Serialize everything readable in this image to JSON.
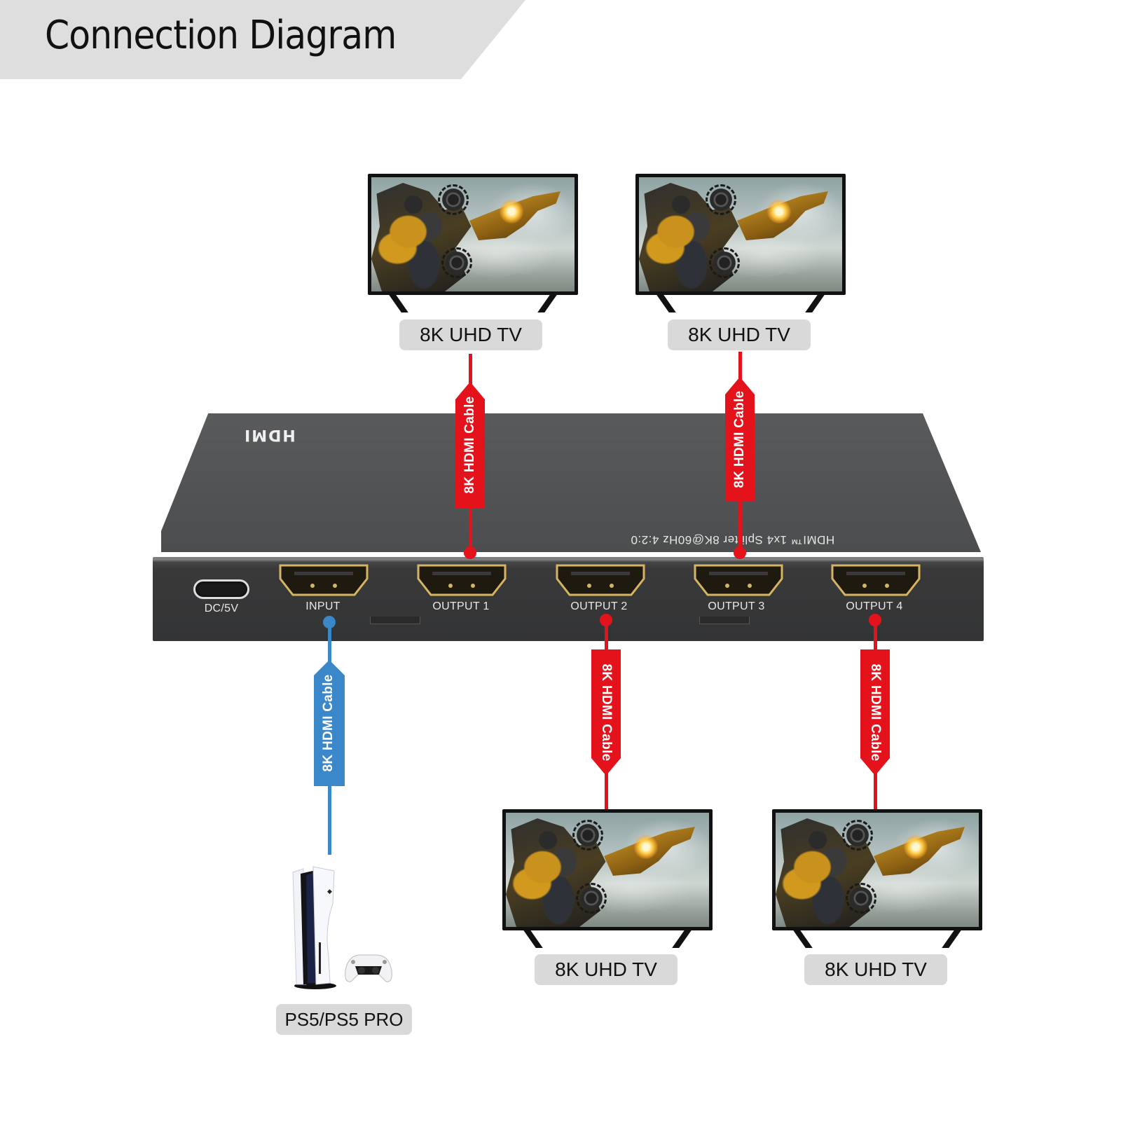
{
  "title": "Connection Diagram",
  "colors": {
    "output_cable": "#e3121b",
    "input_cable": "#3a87c9",
    "device_body": "#505152",
    "label_bg": "#d9d9d9",
    "banner_bg": "#dedede",
    "port_gold": "#d6b461"
  },
  "device": {
    "logo": "HDMI",
    "model_text": "HDMI™ 1x4 Splitter 8K@60Hz 4:2:0",
    "ports": [
      {
        "id": "dc",
        "label": "DC/5V",
        "icon": "usb-c-port-icon"
      },
      {
        "id": "input",
        "label": "INPUT",
        "icon": "hdmi-port-icon"
      },
      {
        "id": "output1",
        "label": "OUTPUT 1",
        "icon": "hdmi-port-icon"
      },
      {
        "id": "output2",
        "label": "OUTPUT 2",
        "icon": "hdmi-port-icon"
      },
      {
        "id": "output3",
        "label": "OUTPUT 3",
        "icon": "hdmi-port-icon"
      },
      {
        "id": "output4",
        "label": "OUTPUT 4",
        "icon": "hdmi-port-icon"
      }
    ]
  },
  "cables": [
    {
      "from": "output1",
      "to": "tv1",
      "label": "8K HDMI Cable",
      "color": "output"
    },
    {
      "from": "output2",
      "to": "tv3",
      "label": "8K HDMI Cable",
      "color": "output"
    },
    {
      "from": "output3",
      "to": "tv2",
      "label": "8K HDMI Cable",
      "color": "output"
    },
    {
      "from": "output4",
      "to": "tv4",
      "label": "8K HDMI Cable",
      "color": "output"
    },
    {
      "from": "input",
      "to": "source",
      "label": "8K HDMI Cable",
      "color": "input"
    }
  ],
  "displays": [
    {
      "id": "tv1",
      "label": "8K UHD TV"
    },
    {
      "id": "tv2",
      "label": "8K UHD TV"
    },
    {
      "id": "tv3",
      "label": "8K UHD TV"
    },
    {
      "id": "tv4",
      "label": "8K UHD TV"
    }
  ],
  "source": {
    "label": "PS5/PS5 PRO",
    "icon": "game-console-icon"
  }
}
